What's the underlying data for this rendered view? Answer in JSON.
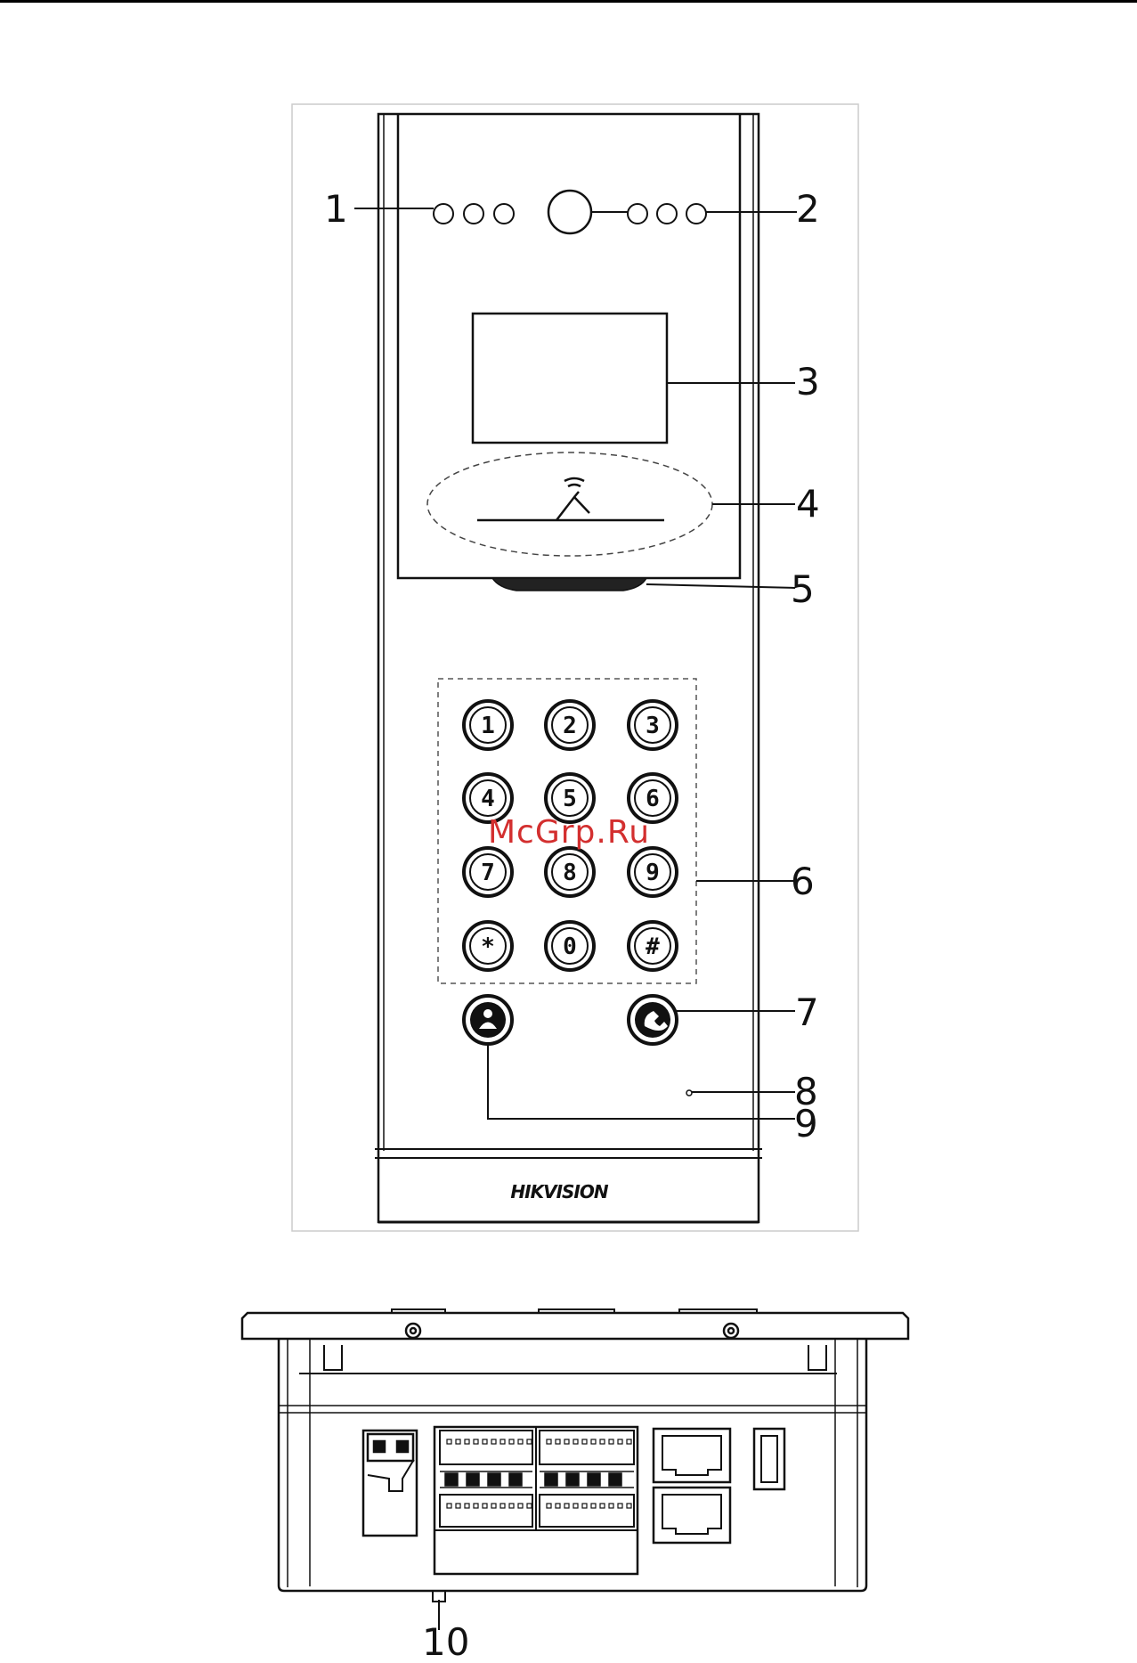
{
  "callouts": {
    "c1": "1",
    "c2": "2",
    "c3": "3",
    "c4": "4",
    "c5": "5",
    "c6": "6",
    "c7": "7",
    "c8": "8",
    "c9": "9",
    "c10": "10"
  },
  "keypad": {
    "keys": [
      "1",
      "2",
      "3",
      "4",
      "5",
      "6",
      "7",
      "8",
      "9",
      "*",
      "0",
      "#"
    ]
  },
  "brand_logo": "HIKVISION",
  "watermark": "McGrp.Ru",
  "colors": {
    "line": "#111111",
    "watermark": "#d32f2f",
    "frame": "#cccccc"
  }
}
